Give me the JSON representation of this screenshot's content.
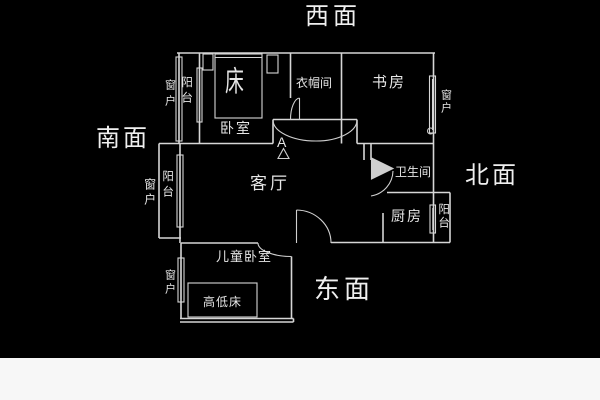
{
  "plan": {
    "facades": {
      "west": "西面",
      "south": "南面",
      "north": "北面",
      "east": "东面"
    },
    "rooms": {
      "bedroom": "卧室",
      "living_room": "客厅",
      "study": "书房",
      "cloakroom": "衣帽间",
      "bathroom": "卫生间",
      "kitchen": "厨房",
      "children_bedroom": "儿童卧室"
    },
    "furniture": {
      "bed": "床",
      "bunk_bed": "高低床"
    },
    "fixtures": {
      "window": "窗户",
      "balcony": "阳台"
    },
    "markers": {
      "entry": "A"
    },
    "colors": {
      "background": "#000000",
      "line": "#d6d6d6",
      "text": "#e6e6e6",
      "footer": "#f7f7f7"
    }
  }
}
